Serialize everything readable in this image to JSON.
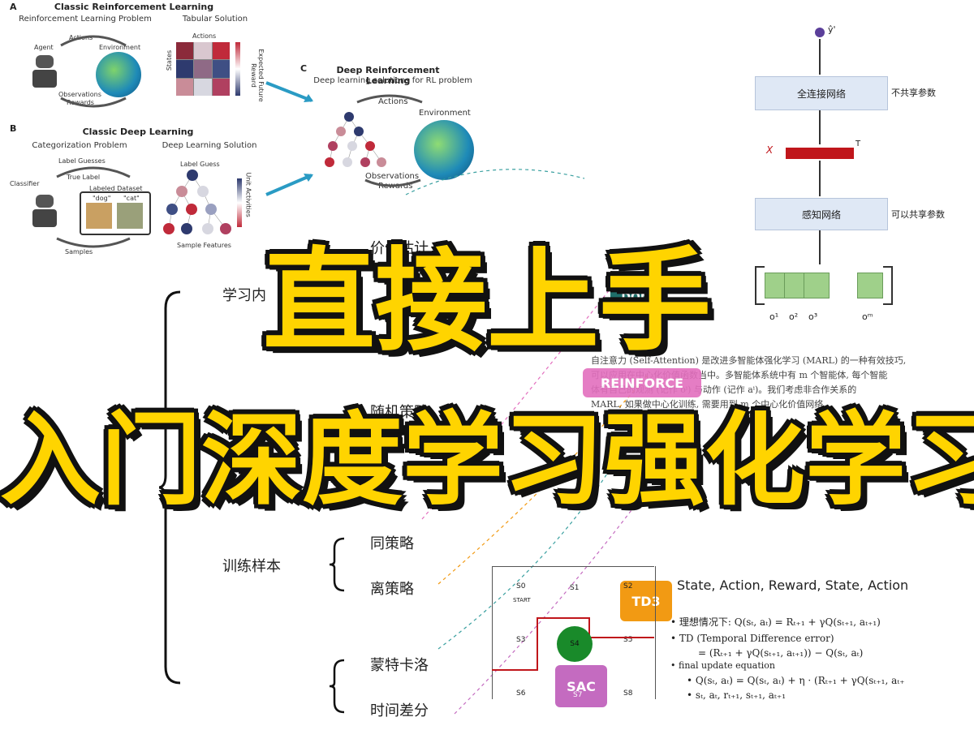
{
  "titles": {
    "line1": "直接上手",
    "line2": "入门深度学习强化学习"
  },
  "panel_a": {
    "letter": "A",
    "title": "Classic Reinforcement Learning",
    "left_sub": "Reinforcement Learning Problem",
    "right_sub": "Tabular Solution",
    "actions": "Actions",
    "agent": "Agent",
    "environment": "Environment",
    "observations": "Observations",
    "rewards": "Rewards",
    "states": "States",
    "table_actions": "Actions",
    "expected": "Expected Future Reward"
  },
  "panel_b": {
    "letter": "B",
    "title": "Classic Deep Learning",
    "left_sub": "Categorization Problem",
    "right_sub": "Deep Learning Solution",
    "label_guesses": "Label Guesses",
    "true_label": "True Label",
    "classifier": "Classifier",
    "labeled_dataset": "Labeled Dataset",
    "dog": "\"dog\"",
    "cat": "\"cat\"",
    "samples": "Samples",
    "label_guess": "Label Guess",
    "sample_features": "Sample Features",
    "unit_activities": "Unit Activities"
  },
  "panel_c": {
    "letter": "C",
    "title": "Deep Reinforcement Learning",
    "sub": "Deep learning solutions for RL problem",
    "actions": "Actions",
    "environment": "Environment",
    "observations": "Observations",
    "rewards": "Rewards"
  },
  "mindmap": {
    "branch1": "学习内",
    "n1": "价值估计",
    "n2": "随机策略",
    "branch2": "训练样本",
    "n3": "同策略",
    "n4": "离策略",
    "n5": "蒙特卡洛",
    "n6": "时间差分"
  },
  "badges": {
    "dqn": "DQN",
    "reinforce": "REINFORCE",
    "td3": "TD3",
    "sac": "SAC"
  },
  "network": {
    "top_label": "不共享参数",
    "upper_box": "全连接网络",
    "x_label": "X",
    "t_sup": "T",
    "lower_box": "感知网络",
    "lower_label": "可以共享参数",
    "out": "ŷ'",
    "inputs": [
      "o¹",
      "o²",
      "o³",
      "oᵐ"
    ]
  },
  "grid": {
    "cells": [
      "S0",
      "S1",
      "S2",
      "S3",
      "S4",
      "S5",
      "S6",
      "S7",
      "S8"
    ],
    "start": "START"
  },
  "sarsa": {
    "header": "State, Action, Reward, State, Action",
    "b1": "理想情况下: Q(sₜ, aₜ) = Rₜ₊₁ + γQ(sₜ₊₁, aₜ₊₁)",
    "b2": "TD (Temporal Difference error)",
    "b2b": "= (Rₜ₊₁ + γQ(sₜ₊₁, aₜ₊₁)) − Q(sₜ, aₜ)",
    "b3": "final update equation",
    "b4": "Q(sₜ, aₜ) = Q(sₜ, aₜ) + η · (Rₜ₊₁ + γQ(sₜ₊₁, aₜ₊",
    "b5": "sₜ, aₜ, rₜ₊₁, sₜ₊₁, aₜ₊₁"
  },
  "paper_text": {
    "p1": "自注意力 (Self-Attention) 是改进多智能体强化学习 (MARL) 的一种有效技巧,",
    "p2": "可以应用在中心化价值函数当中。多智能体系统中有 m 个智能体, 每个智能",
    "p3": "体有自己的观测 (记作 oⁱ) 与动作 (记作 aⁱ)。我们考虑非合作关系的",
    "p4": "MARL, 如果做中心化训练, 需要用到 m 个中心化价值网络"
  },
  "colors": {
    "title_fill": "#ffd400",
    "title_stroke": "#111111",
    "dqn": "#1f6f6a",
    "reinforce": "#e36fbe",
    "td3": "#f29a13",
    "sac": "#c46bc0",
    "s4": "#198a2a",
    "red_bar": "#c0161b",
    "cube": "#9fd08a"
  }
}
